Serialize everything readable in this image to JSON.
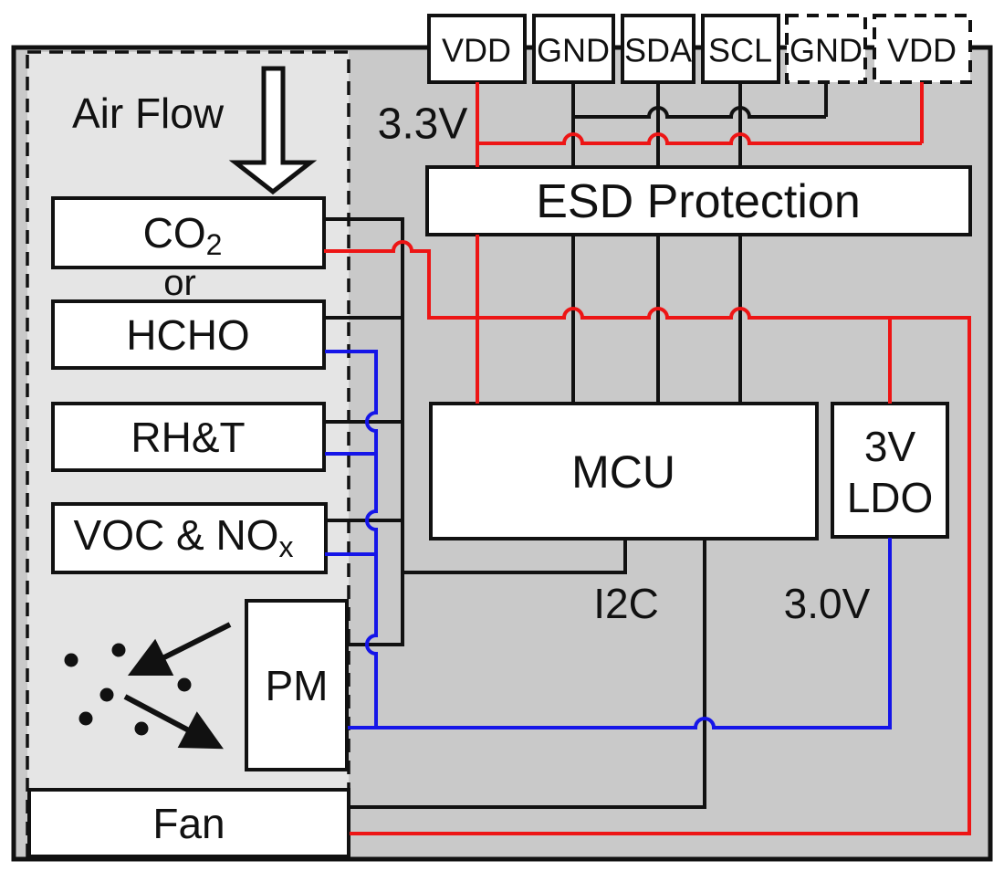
{
  "diagram": {
    "title_region": {
      "air_flow_label": "Air Flow"
    },
    "pins": [
      {
        "label": "VDD",
        "style": "solid"
      },
      {
        "label": "GND",
        "style": "solid"
      },
      {
        "label": "SDA",
        "style": "solid"
      },
      {
        "label": "SCL",
        "style": "solid"
      },
      {
        "label": "GND",
        "style": "dashed"
      },
      {
        "label": "VDD",
        "style": "dashed"
      }
    ],
    "blocks": {
      "esd": "ESD Protection",
      "mcu": "MCU",
      "ldo_line1": "3V",
      "ldo_line2": "LDO",
      "pm": "PM",
      "fan": "Fan"
    },
    "sensors": {
      "co2_main": "CO",
      "co2_sub": "2",
      "or_label": "or",
      "hcho": "HCHO",
      "rht": "RH&T",
      "voc_main": "VOC & NO",
      "voc_sub": "x"
    },
    "net_labels": {
      "v33": "3.3V",
      "i2c": "I2C",
      "v30": "3.0V"
    },
    "colors": {
      "power_3v3_wire": "#ed1515",
      "power_3v0_wire": "#1515e8",
      "signal_wire": "#111111",
      "outer_background": "#c9c9c9",
      "airflow_background": "#e5e5e5",
      "box_fill": "#ffffff"
    }
  }
}
